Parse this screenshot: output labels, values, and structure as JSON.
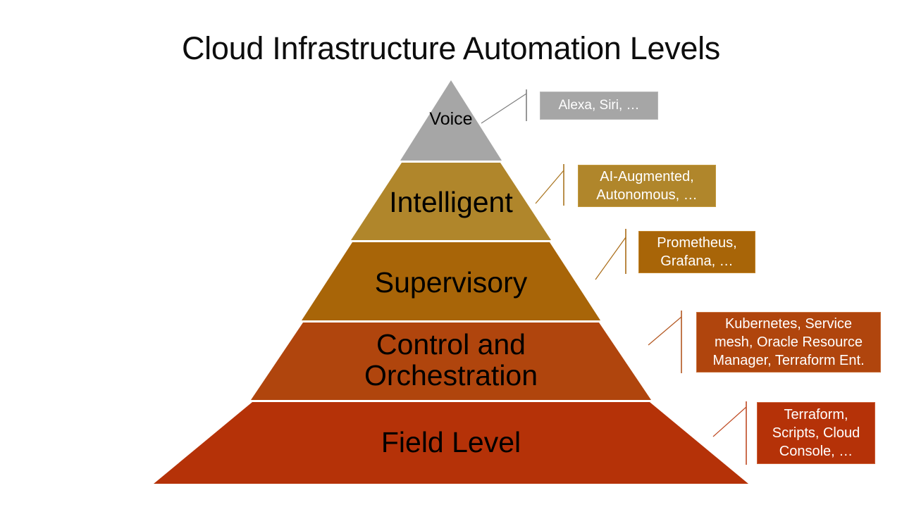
{
  "slide": {
    "title": "Cloud Infrastructure Automation Levels",
    "background_color": "#ffffff"
  },
  "diagram": {
    "type": "pyramid",
    "orientation": "apex-up",
    "level_count": 5,
    "levels": [
      {
        "index": 0,
        "label": "Voice",
        "color": "#a6a6a6",
        "callout": {
          "text": "Alexa, Siri, …",
          "color": "#a6a6a6",
          "text_color": "#ffffff"
        }
      },
      {
        "index": 1,
        "label": "Intelligent",
        "color": "#b0862b",
        "callout": {
          "text": "AI-Augmented,\nAutonomous, …",
          "color": "#b0862b",
          "text_color": "#ffffff"
        }
      },
      {
        "index": 2,
        "label": "Supervisory",
        "color": "#a86508",
        "callout": {
          "text": "Prometheus,\nGrafana, …",
          "color": "#a86508",
          "text_color": "#ffffff"
        }
      },
      {
        "index": 3,
        "label": "Control and\nOrchestration",
        "color": "#b0450d",
        "callout": {
          "text": "Kubernetes, Service\nmesh, Oracle Resource\nManager, Terraform Ent.",
          "color": "#b0450d",
          "text_color": "#ffffff"
        }
      },
      {
        "index": 4,
        "label": "Field Level",
        "color": "#b53208",
        "callout": {
          "text": "Terraform,\nScripts, Cloud\nConsole, …",
          "color": "#b53208",
          "text_color": "#ffffff"
        }
      }
    ]
  }
}
